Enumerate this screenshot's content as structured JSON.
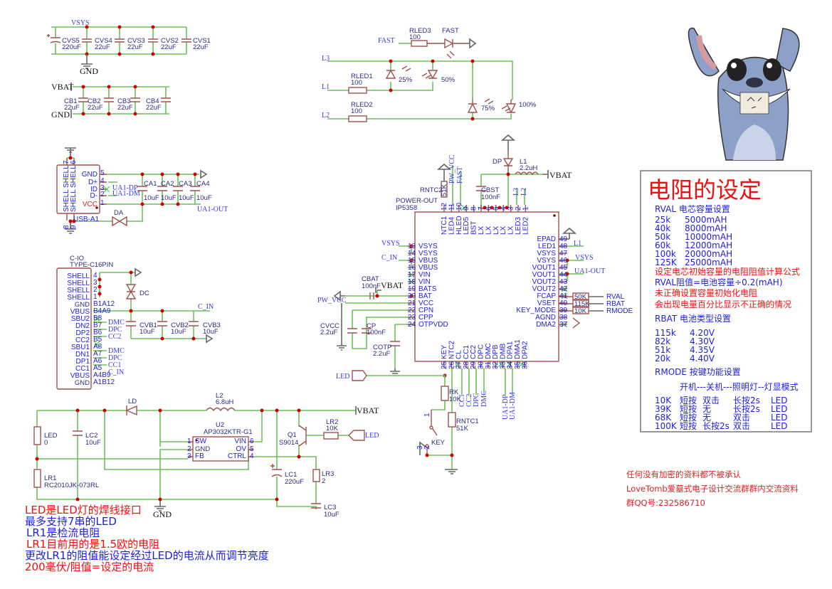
{
  "colors": {
    "wire": "#6cbf5c",
    "component": "#a0524f",
    "pin_text": "#1e1ee0",
    "junction": "#d00000",
    "title_red": "#f01010",
    "note_blue": "#1e1ee0"
  },
  "decoupling": {
    "vsys": "VSYS",
    "gnd_top": "GND",
    "vbat": "VBAT",
    "gnd_vbat": "GND",
    "vsys_caps": [
      {
        "ref": "CVS5",
        "val": "220uF"
      },
      {
        "ref": "CVS4",
        "val": "22uF"
      },
      {
        "ref": "CVS3",
        "val": "22uF"
      },
      {
        "ref": "CVS2",
        "val": "22uF"
      },
      {
        "ref": "CVS1",
        "val": "22uF"
      }
    ],
    "vbat_caps": [
      {
        "ref": "CB1",
        "val": "22uF"
      },
      {
        "ref": "CB2",
        "val": "22uF"
      },
      {
        "ref": "CB3",
        "val": "22uF"
      },
      {
        "ref": "CB4",
        "val": "22uF"
      }
    ]
  },
  "usb_a": {
    "ref": "USB-A1",
    "pins": [
      {
        "num": "5",
        "name": "GND"
      },
      {
        "num": "4",
        "name": "D+"
      },
      {
        "num": "3",
        "name": "ID"
      },
      {
        "num": "2",
        "name": "D-"
      },
      {
        "num": "1",
        "name": "VCC"
      }
    ],
    "shell": "SHELL",
    "shell_pins": [
      "7",
      "6",
      "8",
      "9"
    ],
    "net_dp": "UA1-DP",
    "net_dm": "UA1-DM",
    "net_out": "UA1-OUT",
    "diode": "DA",
    "caps": [
      {
        "ref": "CA1",
        "val": "10uF"
      },
      {
        "ref": "CA2",
        "val": "10uF"
      },
      {
        "ref": "CA3",
        "val": "10uF"
      },
      {
        "ref": "CA4",
        "val": "10uF"
      }
    ]
  },
  "type_c": {
    "ref": "C-IO",
    "part": "TYPE-C16PIN",
    "pin_names": [
      "SHELL",
      "SHELL",
      "SHELL",
      "SHELL",
      "GND",
      "VBUS",
      "SBU2",
      "DN2",
      "DP2",
      "CC2",
      "SBU1",
      "DN1",
      "DP1",
      "CC1",
      "VBUS",
      "GND"
    ],
    "pin_nums": [
      "4",
      "3",
      "2",
      "1",
      "B1A12",
      "B4A9",
      "B8",
      "B7",
      "B6",
      "B5",
      "A8",
      "A7",
      "A6",
      "A5",
      "A4B9",
      "A1B12"
    ],
    "nets": [
      "DMC",
      "DPC",
      "CC2",
      "DMC",
      "DPC",
      "CC1",
      "C_IN"
    ],
    "c_in": "C_IN",
    "diode": "DC",
    "caps": [
      {
        "ref": "CVB1",
        "val": "10uF"
      },
      {
        "ref": "CVB2",
        "val": "10uF"
      },
      {
        "ref": "CVB3",
        "val": "10uF"
      }
    ]
  },
  "indicator": {
    "fast_net": "FAST",
    "rled3": {
      "ref": "RLED3",
      "val": "100"
    },
    "fast_led": "FAST",
    "l3": "L3",
    "l1": "L1",
    "l2": "L2",
    "rled1": {
      "ref": "RLED1",
      "val": "100"
    },
    "rled2": {
      "ref": "RLED2",
      "val": "100"
    },
    "levels": [
      "25%",
      "50%",
      "75%",
      "100%"
    ]
  },
  "charger": {
    "ref": "POWER-OUT",
    "part": "IP5358",
    "top_pins": [
      {
        "num": "12",
        "name": "NTC1"
      },
      {
        "num": "11",
        "name": "LED4"
      },
      {
        "num": "10",
        "name": "HLED"
      },
      {
        "num": "9",
        "name": "LED5"
      },
      {
        "num": "8",
        "name": "BST"
      },
      {
        "num": "7",
        "name": "LX"
      },
      {
        "num": "6",
        "name": "LX"
      },
      {
        "num": "5",
        "name": "LX"
      },
      {
        "num": "4",
        "name": "LX"
      },
      {
        "num": "3",
        "name": "LX"
      },
      {
        "num": "2",
        "name": "LED3"
      },
      {
        "num": "1",
        "name": "LED2"
      }
    ],
    "left_pins": [
      {
        "num": "13",
        "name": "VSYS"
      },
      {
        "num": "14",
        "name": "VSYS"
      },
      {
        "num": "15",
        "name": "VBUS"
      },
      {
        "num": "16",
        "name": "VBUS"
      },
      {
        "num": "17",
        "name": "VIN"
      },
      {
        "num": "18",
        "name": "VIN"
      },
      {
        "num": "19",
        "name": "BATS"
      },
      {
        "num": "20",
        "name": "BAT"
      },
      {
        "num": "21",
        "name": "VCC"
      },
      {
        "num": "22",
        "name": "CPN"
      },
      {
        "num": "23",
        "name": "CPP"
      },
      {
        "num": "24",
        "name": "OTPVDD"
      }
    ],
    "right_pins": [
      {
        "num": "49",
        "name": "EPAD"
      },
      {
        "num": "48",
        "name": "LED1"
      },
      {
        "num": "47",
        "name": "VSYS"
      },
      {
        "num": "46",
        "name": "VSYS"
      },
      {
        "num": "45",
        "name": "VOUT1"
      },
      {
        "num": "44",
        "name": "VOUT1"
      },
      {
        "num": "43",
        "name": "VOUT2"
      },
      {
        "num": "42",
        "name": "VOUT2"
      },
      {
        "num": "41",
        "name": "FCAP"
      },
      {
        "num": "40",
        "name": "VSET"
      },
      {
        "num": "39",
        "name": "KEY_MODE"
      },
      {
        "num": "38",
        "name": "AGND"
      },
      {
        "num": "37",
        "name": "DMA2"
      }
    ],
    "bottom_pins": [
      {
        "num": "25",
        "name": "KEY"
      },
      {
        "num": "26",
        "name": "NTC2"
      },
      {
        "num": "27",
        "name": "CL"
      },
      {
        "num": "28",
        "name": "CC1"
      },
      {
        "num": "29",
        "name": "CC2"
      },
      {
        "num": "30",
        "name": "DPC"
      },
      {
        "num": "31",
        "name": "DMC"
      },
      {
        "num": "32",
        "name": "DPB"
      },
      {
        "num": "33",
        "name": "DMB"
      },
      {
        "num": "34",
        "name": "DPA1"
      },
      {
        "num": "35",
        "name": "DMA1"
      },
      {
        "num": "36",
        "name": "DPA2"
      }
    ],
    "rntc2": {
      "ref": "RNTC2",
      "val": "51K"
    },
    "pw_vcc": "PW_VCC",
    "fast": "FAST",
    "cbst": {
      "ref": "CBST",
      "val": "100nF"
    },
    "dp": "DP",
    "l1": {
      "ref": "L1",
      "val": "2.2uH"
    },
    "vbat": "VBAT",
    "net_l3": "L3",
    "net_l2": "L2",
    "right_nets": {
      "l1": "L1",
      "vsys": "VSYS",
      "ua1_out": "UA1-OUT"
    },
    "set_res": [
      {
        "val": "50K",
        "net": "RVAL"
      },
      {
        "val": "115K",
        "net": "RBAT"
      },
      {
        "val": "10K",
        "net": "RMODE"
      }
    ],
    "left_nets": {
      "vsys": "VSYS",
      "c_in": "C_IN",
      "pw_vcc": "PW_VCC",
      "vbat": "VBAT",
      "led": "LED"
    },
    "cbat": {
      "ref": "CBAT",
      "val": "100nF"
    },
    "cvcc": {
      "ref": "CVCC",
      "val": "2.2uF"
    },
    "cp": {
      "ref": "CP",
      "val": "100nF"
    },
    "cotp": {
      "ref": "COTP",
      "val": "2.2uF"
    },
    "rk": {
      "ref": "RK",
      "val": "10K"
    },
    "rntc1": {
      "ref": "RNTC1",
      "val": "51K"
    },
    "key": {
      "ref": "KEY",
      "pins": [
        "1",
        "2",
        "3"
      ]
    },
    "bottom_nets": [
      "CC1",
      "CC2",
      "DPC",
      "DMC",
      "UA1-DP",
      "UA1-DM"
    ]
  },
  "led_driver": {
    "ld": "LD",
    "l2": {
      "ref": "L2",
      "val": "6.8uH"
    },
    "vbat": "VBAT",
    "led_res": {
      "ref": "LED",
      "val": "0"
    },
    "lc2": {
      "ref": "LC2",
      "val": "10uF"
    },
    "lr1": {
      "ref": "LR1",
      "val": "RC2010JK-073RL"
    },
    "u2": {
      "ref": "U2",
      "part": "AP3032KTR-G1",
      "pins": [
        {
          "num": "1",
          "name": "SW"
        },
        {
          "num": "2",
          "name": "GND"
        },
        {
          "num": "3",
          "name": "FB"
        },
        {
          "num": "6",
          "name": "VIN"
        },
        {
          "num": "5",
          "name": "OV"
        },
        {
          "num": "4",
          "name": "CTRL"
        }
      ]
    },
    "q1": {
      "ref": "Q1",
      "val": "S9014"
    },
    "lr2": {
      "ref": "LR2",
      "val": "10K"
    },
    "led_net": "LED",
    "lc1": {
      "ref": "LC1",
      "val": "220uF"
    },
    "lr3": {
      "ref": "LR3",
      "val": "2"
    },
    "lc3": {
      "ref": "LC3",
      "val": "10uF"
    },
    "gnd": "GND"
  },
  "notes": [
    {
      "text": "LED是LED灯的焊线接口",
      "color": "#f01010"
    },
    {
      "text": "最多支持7串的LED",
      "color": "#1e1ee0"
    },
    {
      "text": "LR1是检流电阻",
      "color": "#1e1ee0"
    },
    {
      "text": "LR1目前用的是1.5欧的电阻",
      "color": "#f01010"
    },
    {
      "text": "更改LR1的阻值能设定经过LED的电流从而调节亮度",
      "color": "#1e1ee0"
    },
    {
      "text": "200毫伏/阻值=设定的电流",
      "color": "#f01010"
    }
  ],
  "settings_panel": {
    "title": "电阻的设定",
    "rval_heading": "RVAL 电芯容量设置",
    "rval_rows": [
      {
        "r": "25k",
        "v": "5000mAH"
      },
      {
        "r": "40k",
        "v": "8000mAH"
      },
      {
        "r": "50k",
        "v": "10000mAH"
      },
      {
        "r": "60k",
        "v": "12000mAH"
      },
      {
        "r": "100k",
        "v": "20000mAH"
      },
      {
        "r": "125K",
        "v": "25000mAH"
      }
    ],
    "formula_title": "设定电芯初始容量的电阻阻值计算公式",
    "formula": "RVAL阻值=电池容量÷0.2(mAH)",
    "warning1": "未正确设置容量初始化电阻",
    "warning2": "会出现电量百分比显示不正确的情况",
    "rbat_heading": "RBAT 电池类型设置",
    "rbat_rows": [
      {
        "r": "115k",
        "v": "4.20V"
      },
      {
        "r": "82k",
        "v": "4.30V"
      },
      {
        "r": "51k",
        "v": "4.35V"
      },
      {
        "r": "20k",
        "v": "4.40V"
      }
    ],
    "rmode_heading": "RMODE 按键功能设置",
    "rmode_sub": "开机---关机---照明灯--灯显模式",
    "rmode_rows": [
      {
        "r": "10K",
        "a": "短按",
        "b": "双击",
        "c": "长按2s",
        "d": "LED"
      },
      {
        "r": "39K",
        "a": "短按",
        "b": "无",
        "c": "长按2s",
        "d": "LED"
      },
      {
        "r": "68K",
        "a": "短按",
        "b": "无",
        "c": "双击",
        "d": "LED"
      },
      {
        "r": "100K",
        "a": "短按",
        "b": "长按2s",
        "c": "双击",
        "d": "LED"
      }
    ]
  },
  "footer": [
    "任何没有加密的资料都不被承认",
    "LoveTomb爱墓式电子设计交流群群内交流资料",
    "群QQ号:232586710"
  ]
}
